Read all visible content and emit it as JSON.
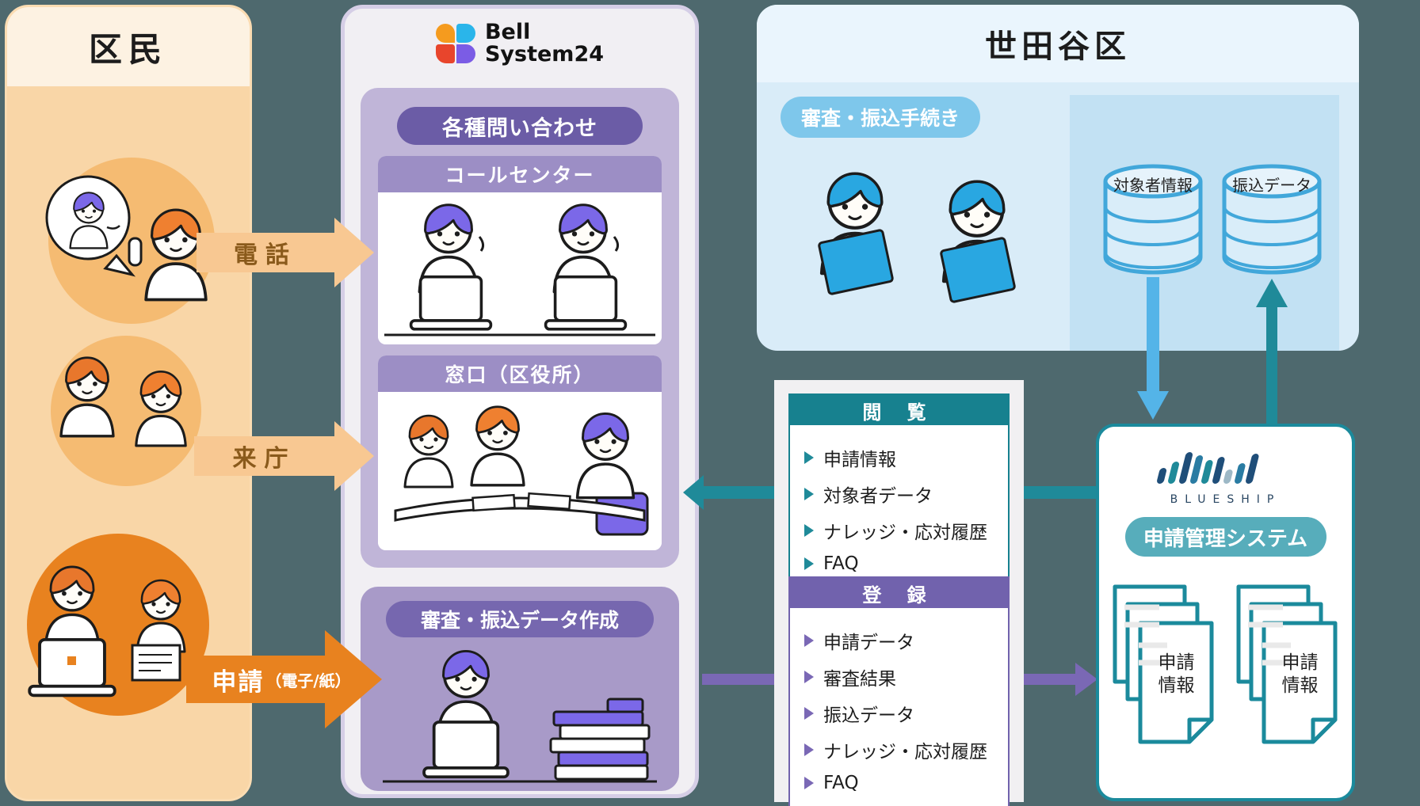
{
  "residents": {
    "title": "区民"
  },
  "flows": {
    "phone": "電話",
    "visit": "来庁",
    "apply": "申請",
    "apply_note": "（電子/紙）"
  },
  "bell": {
    "brand_line1": "Bell",
    "brand_line2": "System24",
    "inquiry_title": "各種問い合わせ",
    "call_center_label": "コールセンター",
    "counter_label": "窓口（区役所）",
    "review_title": "審査・振込データ作成"
  },
  "setagaya": {
    "title": "世田谷区",
    "procedure_label": "審査・振込手続き",
    "db_target": "対象者情報",
    "db_transfer": "振込データ"
  },
  "view_panel": {
    "title": "閲 覧",
    "items": [
      "申請情報",
      "対象者データ",
      "ナレッジ・応対履歴",
      "FAQ"
    ]
  },
  "register_panel": {
    "title": "登 録",
    "items": [
      "申請データ",
      "審査結果",
      "振込データ",
      "ナレッジ・応対履歴",
      "FAQ"
    ]
  },
  "blueship": {
    "brand": "BLUESHIP",
    "system_label": "申請管理システム",
    "doc_line1": "申請",
    "doc_line2": "情報"
  },
  "colors": {
    "background": "#4e696e",
    "resident_accent": "#e8821f",
    "bell_purple": "#6b5ca6",
    "setagaya_blue": "#7ec7eb",
    "view_teal": "#17818f",
    "register_purple": "#7162ad",
    "blueship_teal": "#1b8a9c"
  }
}
